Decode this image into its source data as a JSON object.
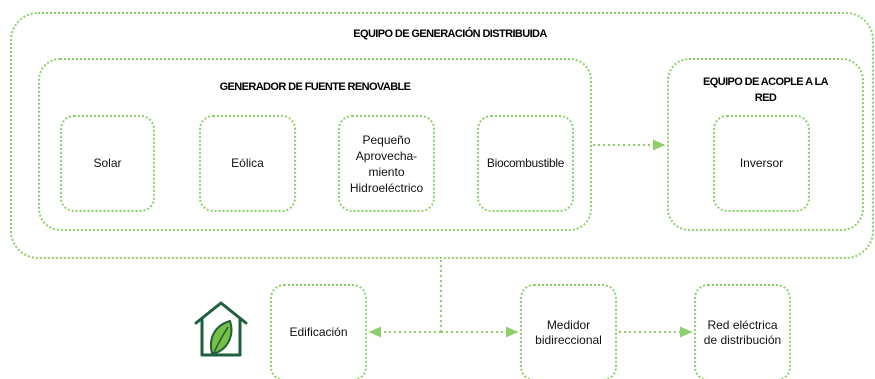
{
  "colors": {
    "dotted_border": "#8fcf6a",
    "house_outline": "#1f5f3f",
    "leaf_fill": "#78c043",
    "text": "#111111"
  },
  "outer_group": {
    "title": "EQUIPO DE GENERACIÓN DISTRIBUIDA"
  },
  "renewable_group": {
    "title": "GENERADOR DE FUENTE RENOVABLE",
    "sources": [
      {
        "label": "Solar"
      },
      {
        "label": "Eólica"
      },
      {
        "label": "Pequeño\nAprovecha-\nmiento\nHidroeléctrico"
      },
      {
        "label": "Biocombustible"
      }
    ]
  },
  "coupling_group": {
    "title": "EQUIPO DE ACOPLE A LA\nRED",
    "device": {
      "label": "Inversor"
    }
  },
  "bottom_row": {
    "building": {
      "label": "Edificación",
      "icon": "house-leaf-icon"
    },
    "meter": {
      "label": "Medidor\nbidireccional"
    },
    "grid": {
      "label": "Red eléctrica\nde distribución"
    }
  }
}
